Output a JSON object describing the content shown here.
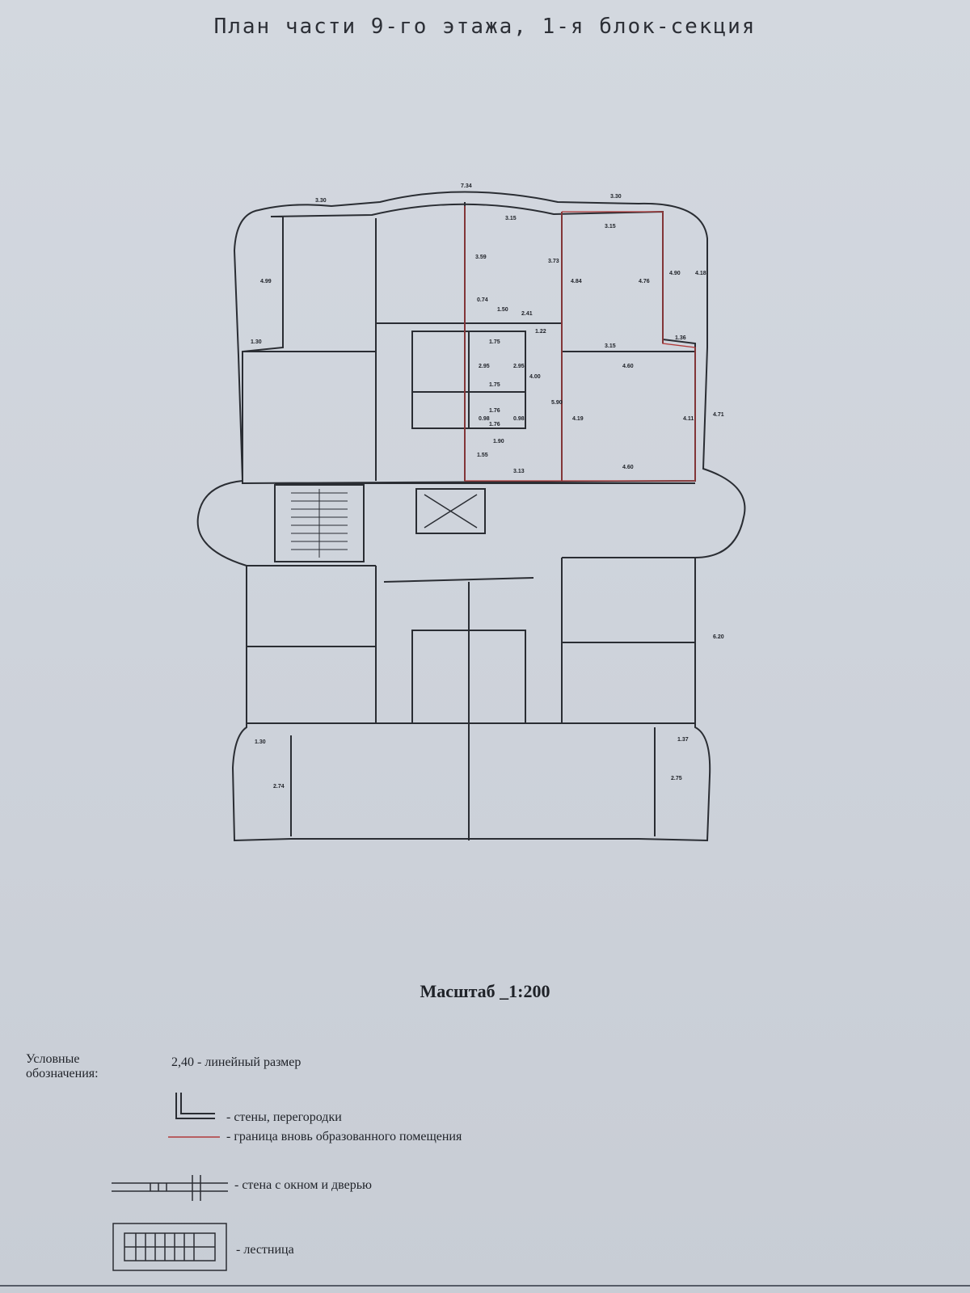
{
  "title": "План части 9-го этажа, 1-я блок-секция",
  "scale_label": "Масштаб _1:200",
  "legend": {
    "heading": "Условные обозначения:",
    "linear_size": "2,40 - линейный размер",
    "walls": "- стены, перегородки",
    "new_boundary": "- граница вновь образованного помещения",
    "window_door_wall": "- стена с окном и дверью",
    "stairs": "- лестница"
  },
  "dimensions": {
    "top_left": "3.30",
    "top_center": "7.34",
    "top_right": "3.30",
    "room_a_width": "3.15",
    "room_b_width": "3.15",
    "room_a_height": "3.59",
    "room_b_height": "3.73",
    "room_c_height": "4.84",
    "room_d_height": "4.76",
    "balcony_left_h": "4.99",
    "balcony_right_h1": "4.90",
    "balcony_right_h2": "4.18",
    "balcony_left_w": "1.30",
    "balcony_right_w": "1.36",
    "dim_074": "0.74",
    "dim_150": "1.50",
    "dim_241": "2.41",
    "dim_122": "1.22",
    "dim_315": "3.15",
    "bath_w1": "1.75",
    "bath_w2": "1.75",
    "bath_w3": "1.76",
    "bath_w4": "1.76",
    "bath_h1": "2.95",
    "bath_h2": "2.95",
    "bath_h3": "0.98",
    "bath_h4": "0.98",
    "dim_400": "4.00",
    "dim_590": "5.90",
    "dim_190": "1.90",
    "dim_155": "1.55",
    "dim_313": "3.13",
    "room_e_w_top": "4.60",
    "room_e_w_bottom": "4.60",
    "room_e_h": "4.19",
    "room_e_h2": "4.11",
    "ext_h": "4.71",
    "right_lower_h": "6.20",
    "balc_bl_w": "1.30",
    "balc_br_w": "1.37",
    "balc_bl_h": "2.74",
    "balc_br_h": "2.75"
  }
}
